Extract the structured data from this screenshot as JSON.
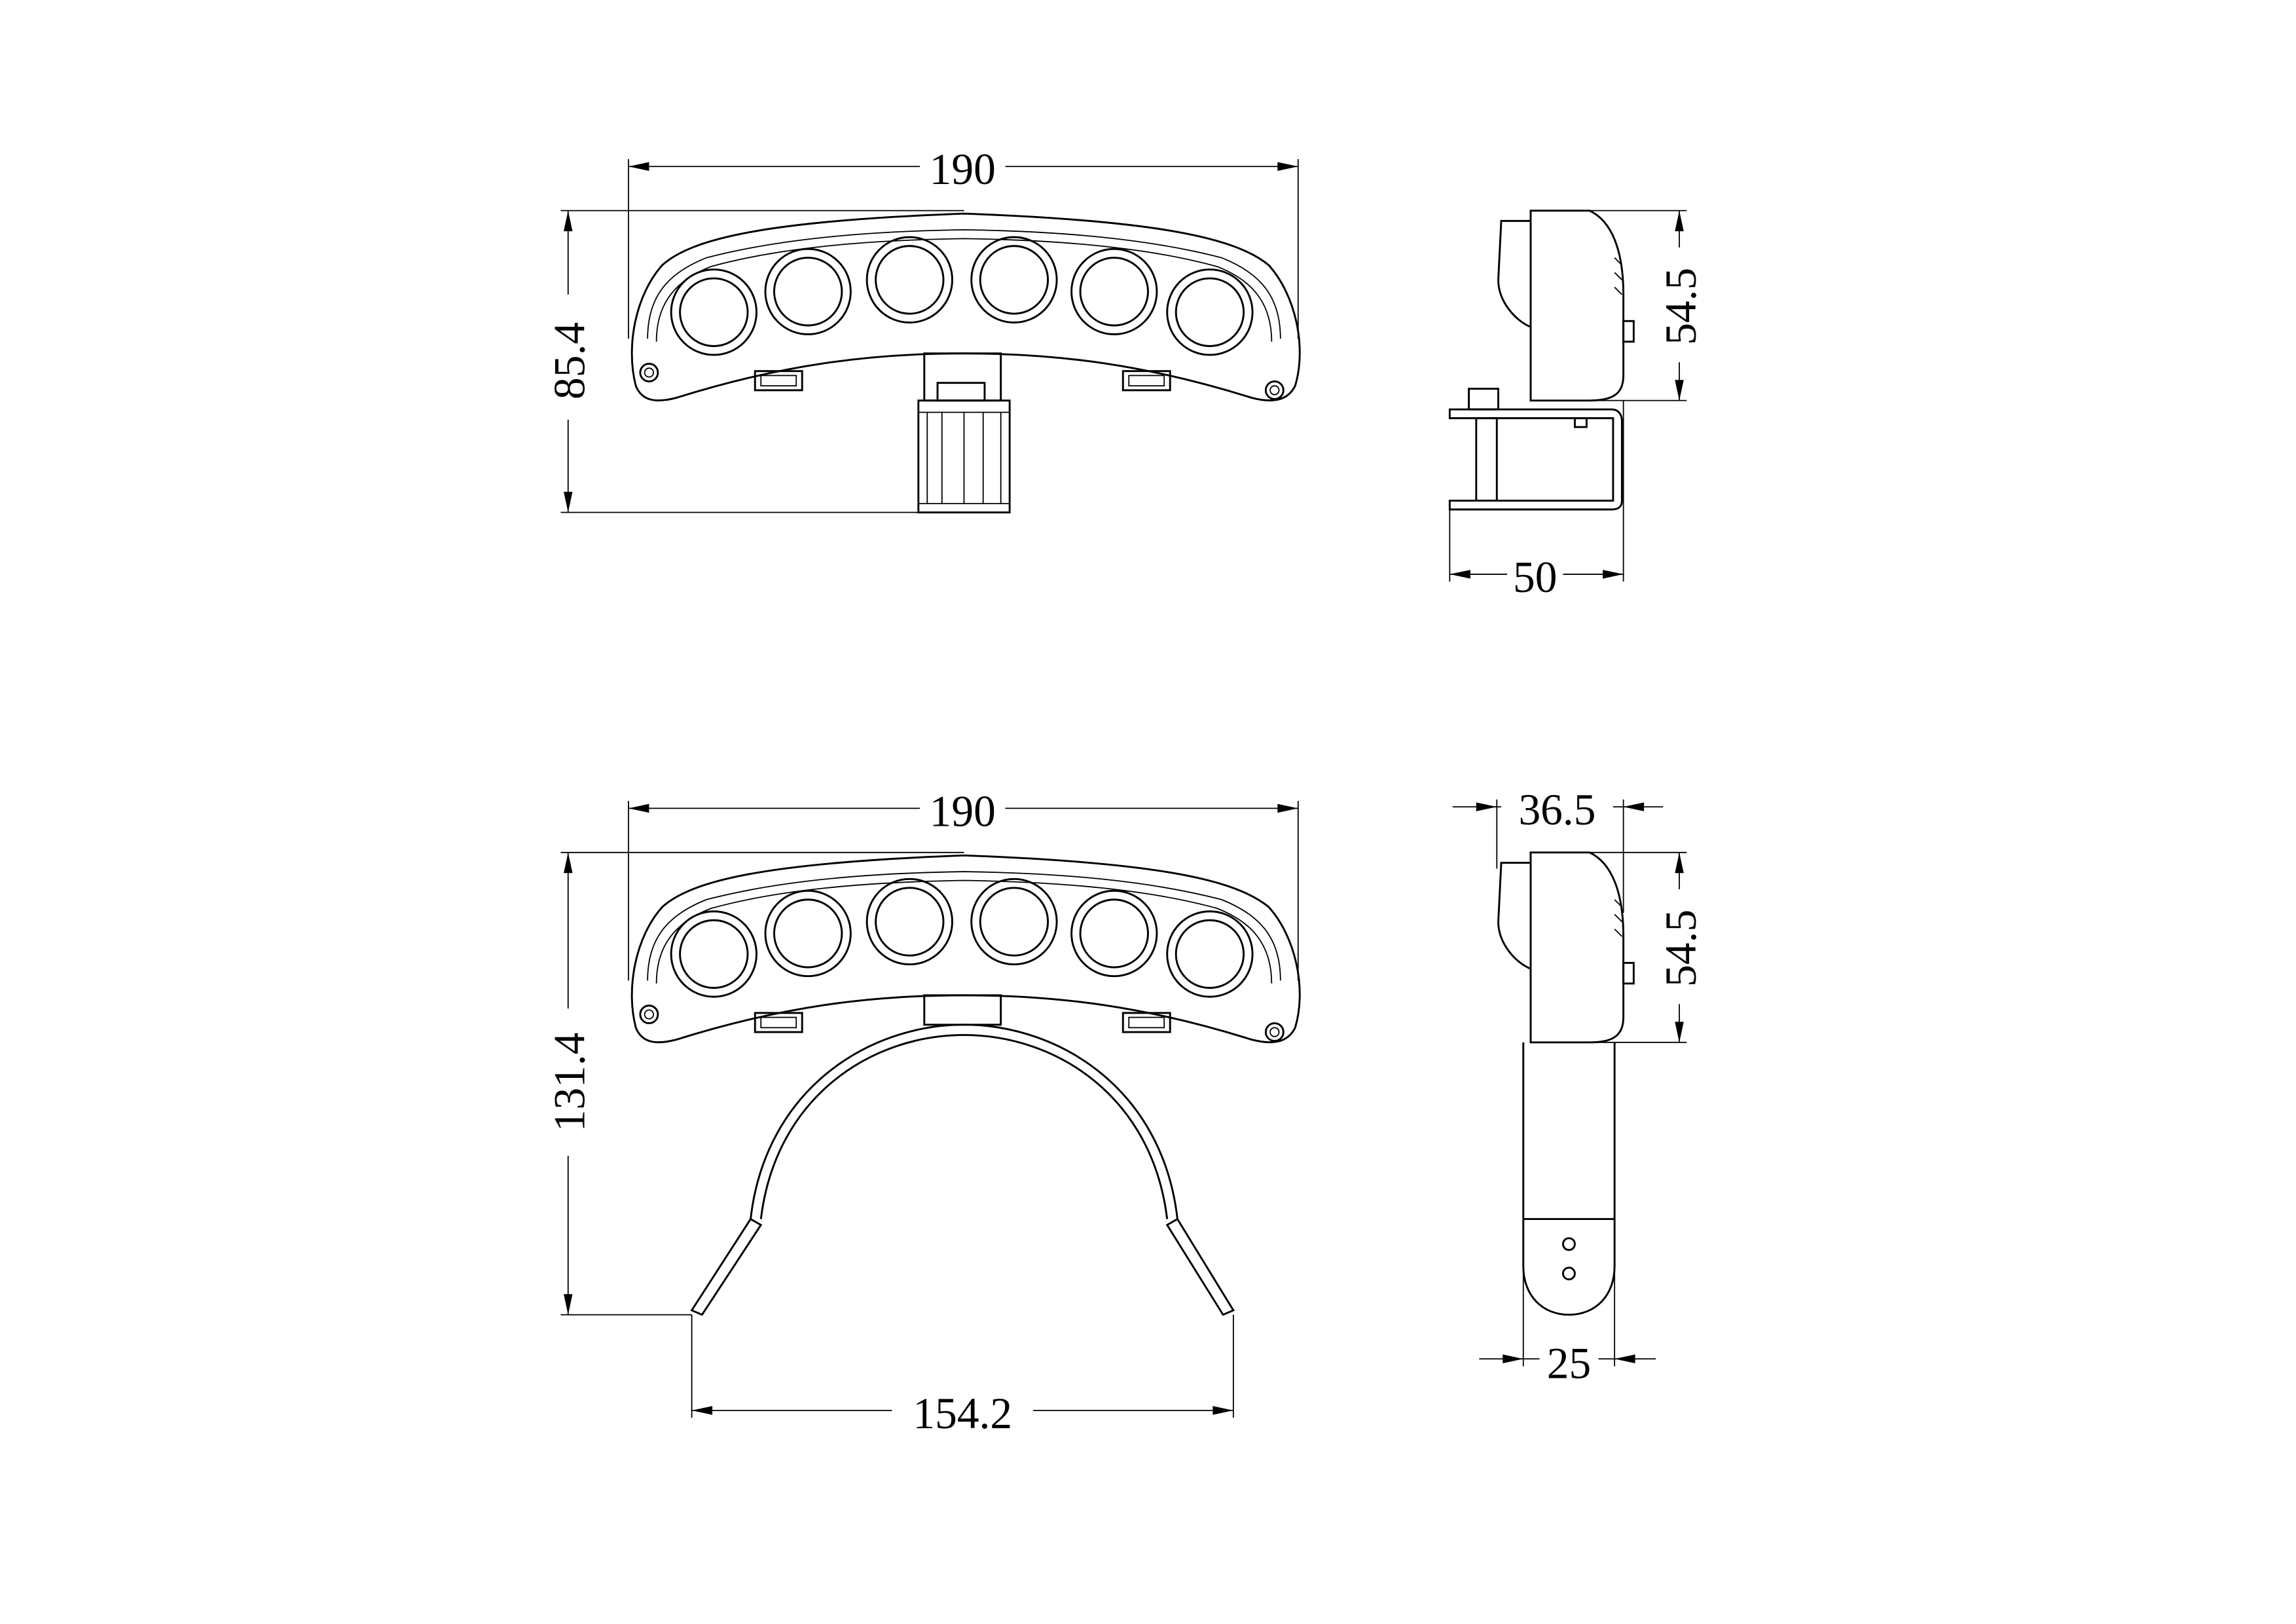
{
  "views": {
    "front_top": {
      "width_label": "190",
      "height_label": "85.4"
    },
    "side_top": {
      "height_label": "54.5",
      "depth_label": "50"
    },
    "front_bottom": {
      "width_label": "190",
      "height_label": "131.4",
      "bracket_span_label": "154.2"
    },
    "side_bottom": {
      "depth_label": "36.5",
      "height_label": "54.5",
      "strap_width_label": "25"
    }
  }
}
